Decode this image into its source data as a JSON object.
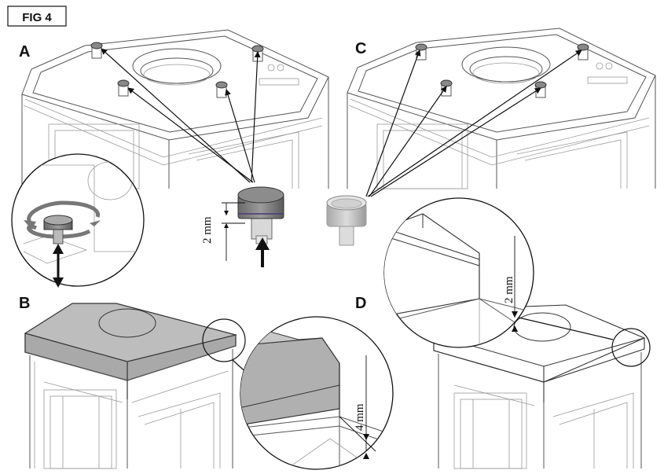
{
  "figure_label": "FIG 4",
  "panels": {
    "a": {
      "label": "A"
    },
    "b": {
      "label": "B"
    },
    "c": {
      "label": "C"
    },
    "d": {
      "label": "D"
    }
  },
  "dimensions": {
    "foot_gap": "2 mm",
    "panel_b_gap": "4 mm",
    "panel_d_gap": "2 mm"
  },
  "colors": {
    "line": "#555555",
    "top_plate": "#bdbdbd",
    "arrow": "#111111"
  }
}
